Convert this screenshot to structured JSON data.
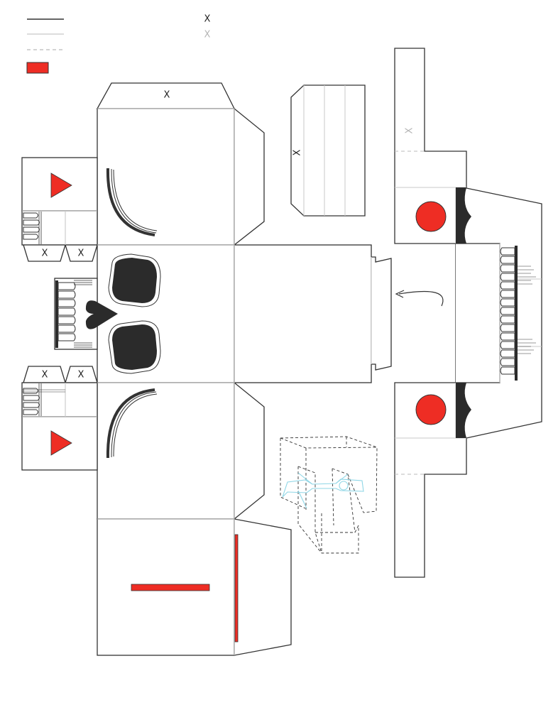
{
  "legend": {
    "cut_mark": "X",
    "fold_mark": "X"
  },
  "marks": {
    "top_flap": "X",
    "roof_panel": "X",
    "left_tab_1": "X",
    "left_tab_2": "X",
    "left_tab_3": "X",
    "left_tab_4": "X",
    "jaw_strip": "X"
  },
  "colors": {
    "outline": "#333333",
    "fold_line": "#c8c8c8",
    "dashed_line": "#bbbbbb",
    "accent_red": "#ee2d24",
    "eye_fill": "#2b2b2b",
    "preview_lines": "#8fd6e6"
  }
}
